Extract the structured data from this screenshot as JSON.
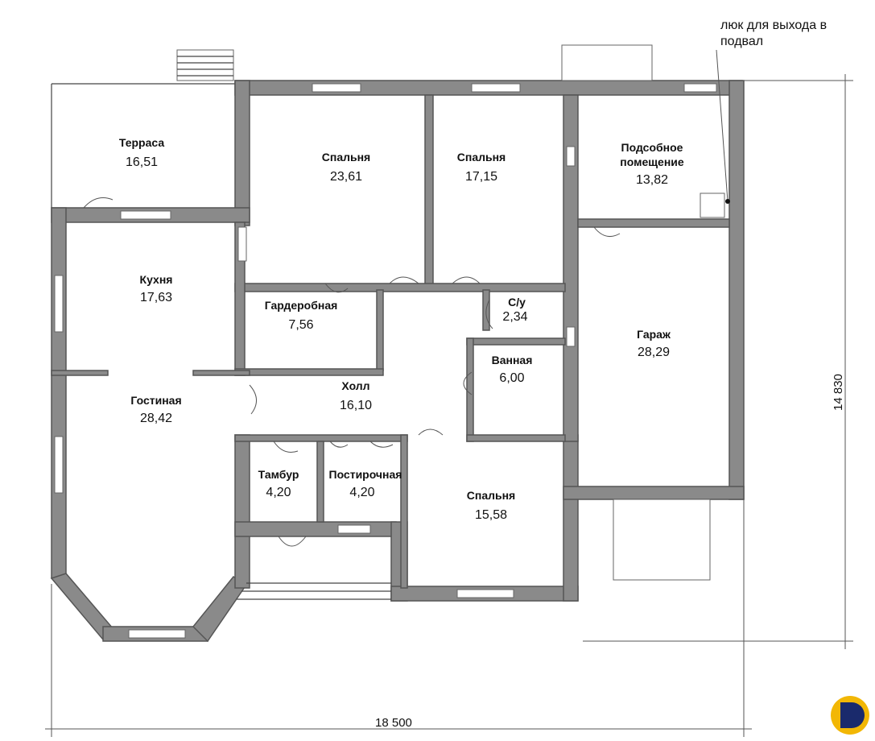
{
  "rooms": {
    "terrace": {
      "name": "Терраса",
      "area": "16,51"
    },
    "bedroom1": {
      "name": "Спальня",
      "area": "23,61"
    },
    "bedroom2": {
      "name": "Спальня",
      "area": "17,15"
    },
    "utility": {
      "name1": "Подсобное",
      "name2": "помещение",
      "area": "13,82"
    },
    "kitchen": {
      "name": "Кухня",
      "area": "17,63"
    },
    "wardrobe": {
      "name": "Гардеробная",
      "area": "7,56"
    },
    "wc": {
      "name": "С/у",
      "area": "2,34"
    },
    "garage": {
      "name": "Гараж",
      "area": "28,29"
    },
    "bathroom": {
      "name": "Ванная",
      "area": "6,00"
    },
    "living": {
      "name": "Гостиная",
      "area": "28,42"
    },
    "hall": {
      "name": "Холл",
      "area": "16,10"
    },
    "vestibule": {
      "name": "Тамбур",
      "area": "4,20"
    },
    "laundry": {
      "name": "Постирочная",
      "area": "4,20"
    },
    "bedroom3": {
      "name": "Спальня",
      "area": "15,58"
    }
  },
  "annotation": {
    "line1": "люк для выхода в",
    "line2": "подвал"
  },
  "dimensions": {
    "width": "18 500",
    "height": "14 830"
  },
  "logo": {
    "name": "logo-mark",
    "colors": [
      "#f2b705",
      "#1a2a6c"
    ]
  }
}
